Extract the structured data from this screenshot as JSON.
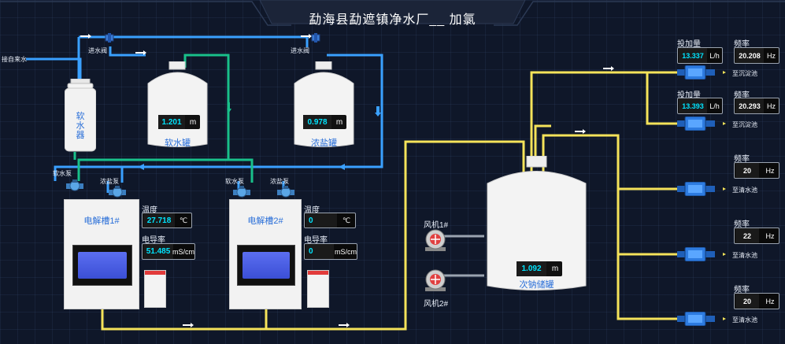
{
  "header": {
    "title": "勐海县勐遮镇净水厂__ 加氯"
  },
  "inlet": {
    "label": "接自来水"
  },
  "valves": {
    "valve1": "进水阀",
    "valve2": "进水阀"
  },
  "softener": {
    "label": "软水器"
  },
  "soft_tank": {
    "label": "软水罐",
    "value": "1.201",
    "unit": "m"
  },
  "brine_tank": {
    "label": "浓盐罐",
    "value": "0.978",
    "unit": "m"
  },
  "pumps": {
    "cell1_soft": "软水泵",
    "cell1_brine": "浓盐泵",
    "cell2_soft": "软水泵",
    "cell2_brine": "浓盐泵"
  },
  "cell1": {
    "label": "电解槽1#",
    "temp_label": "温度",
    "temp_value": "27.718",
    "temp_unit": "℃",
    "cond_label": "电导率",
    "cond_value": "51.485",
    "cond_unit": "mS/cm"
  },
  "cell2": {
    "label": "电解槽2#",
    "temp_label": "温度",
    "temp_value": "0",
    "temp_unit": "℃",
    "cond_label": "电导率",
    "cond_value": "0",
    "cond_unit": "mS/cm"
  },
  "fans": {
    "fan1": "风机1#",
    "fan2": "风机2#"
  },
  "storage_tank": {
    "label": "次钠储罐",
    "value": "1.092",
    "unit": "m"
  },
  "dosing": [
    {
      "dose_label": "投加量",
      "dose_value": "13.337",
      "dose_unit": "L/h",
      "freq_label": "频率",
      "freq_value": "20.208",
      "freq_unit": "Hz",
      "dest": "至沉淀池"
    },
    {
      "dose_label": "投加量",
      "dose_value": "13.393",
      "dose_unit": "L/h",
      "freq_label": "频率",
      "freq_value": "20.293",
      "freq_unit": "Hz",
      "dest": "至沉淀池"
    },
    {
      "freq_label": "频率",
      "freq_value": "20",
      "freq_unit": "Hz",
      "dest": "至清水池"
    },
    {
      "freq_label": "频率",
      "freq_value": "22",
      "freq_unit": "Hz",
      "dest": "至清水池"
    },
    {
      "freq_label": "频率",
      "freq_value": "20",
      "freq_unit": "Hz",
      "dest": "至清水池"
    }
  ],
  "colors": {
    "water_pipe": "#3aa0ff",
    "soft_pipe": "#19c08a",
    "product_pipe": "#f5e35a",
    "value_text": "#00e5ff",
    "label_blue": "#2a6fd8"
  }
}
